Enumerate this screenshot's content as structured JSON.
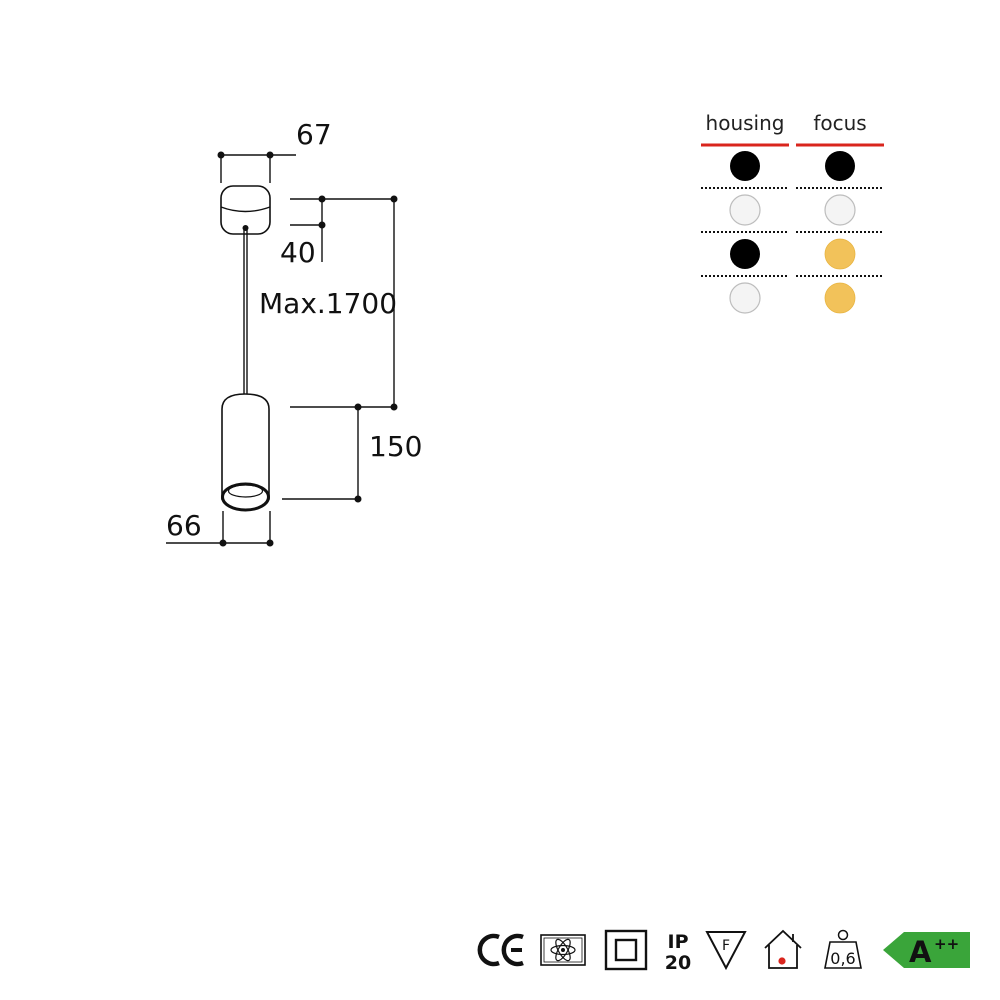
{
  "dimensions": {
    "canopy_width": "67",
    "canopy_height": "40",
    "cable_length": "Max.1700",
    "body_height": "150",
    "body_diameter": "66"
  },
  "finishes": {
    "headers": {
      "housing": "housing",
      "focus": "focus"
    },
    "header_underline_color": "#d9251d",
    "rows": [
      {
        "housing": "black",
        "focus": "black"
      },
      {
        "housing": "white",
        "focus": "white"
      },
      {
        "housing": "black",
        "focus": "gold"
      },
      {
        "housing": "white",
        "focus": "gold"
      }
    ],
    "colors": {
      "black": "#000000",
      "white": "#f4f4f4",
      "gold": "#f2c25a"
    }
  },
  "certifications": {
    "ce": "CE",
    "ip_top": "IP",
    "ip_bottom": "20",
    "f_mark": "F",
    "weight": "0,6",
    "energy_class": "A",
    "energy_class_sup": "++",
    "energy_color": "#3aa53a",
    "icons": [
      "ce-icon",
      "electromagnetic-icon",
      "double-insulation-icon",
      "ip20-icon",
      "f-mark-icon",
      "indoor-use-icon",
      "weight-icon",
      "energy-class-icon"
    ]
  }
}
